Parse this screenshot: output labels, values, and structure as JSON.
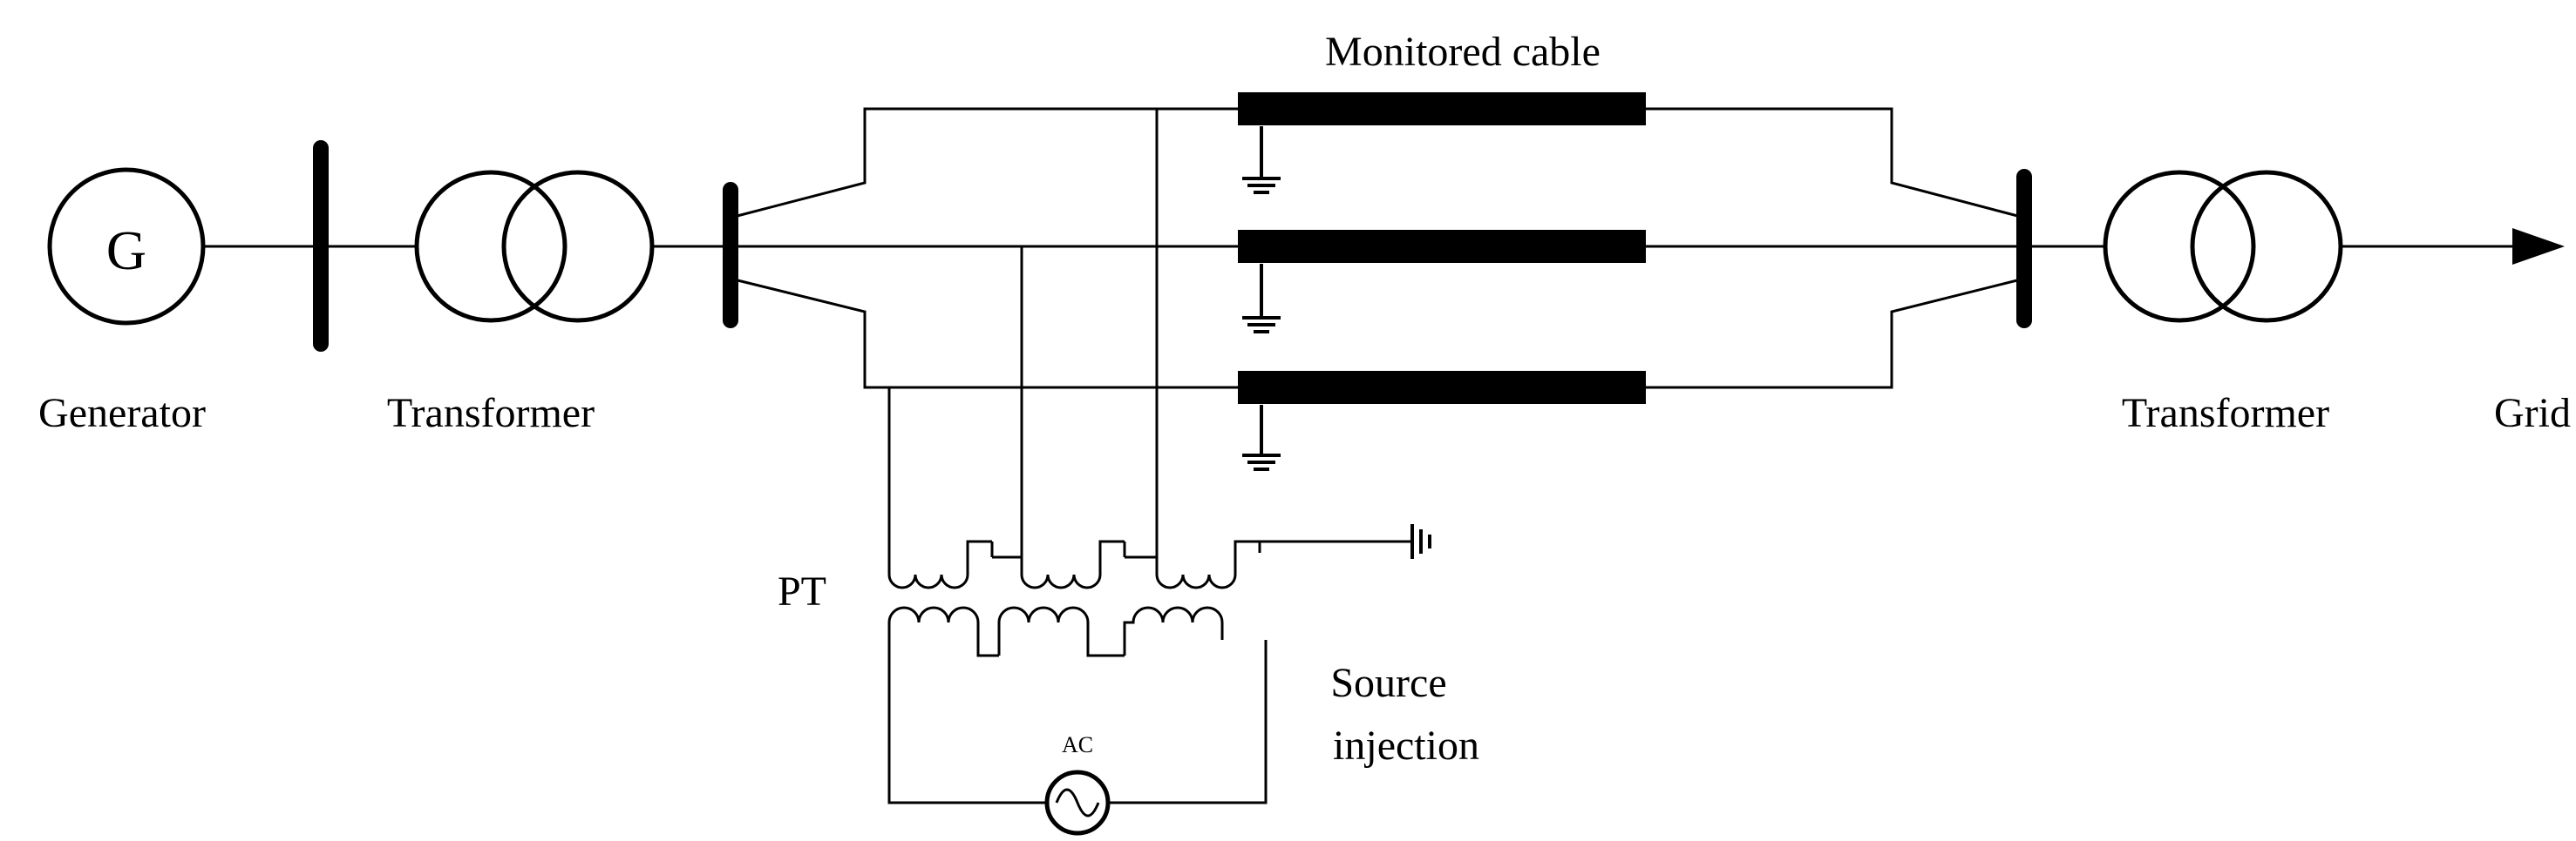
{
  "labels": {
    "generator_symbol": "G",
    "generator": "Generator",
    "transformer_left": "Transformer",
    "monitored_cable": "Monitored cable",
    "transformer_right": "Transformer",
    "grid": "Grid",
    "pt": "PT",
    "source_injection_line1": "Source",
    "source_injection_line2": "injection",
    "ac": "AC"
  }
}
